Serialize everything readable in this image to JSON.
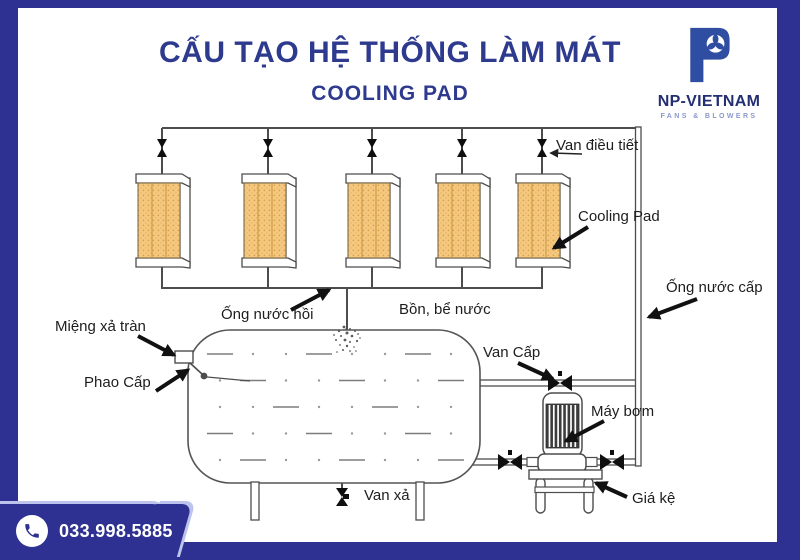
{
  "header": {
    "title": "CẤU TẠO HỆ THỐNG LÀM MÁT",
    "subtitle": "COOLING PAD",
    "logo_name": "NP-VIETNAM",
    "logo_tagline": "FANS & BLOWERS"
  },
  "diagram": {
    "pad_count": 5,
    "labels": {
      "van_dieu_tiet": "Van điều tiết",
      "cooling_pad": "Cooling Pad",
      "ong_nuoc_cap": "Ống nước cấp",
      "mieng_xa_tran": "Miệng xả tràn",
      "ong_nuoc_hoi": "Ống nước hồi",
      "bon_be_nuoc": "Bồn, bể nước",
      "phao_cap": "Phao Cấp",
      "van_cap": "Van Cấp",
      "may_bom": "Máy bơm",
      "van_xa": "Van xả",
      "gia_ke": "Giá kệ"
    }
  },
  "footer": {
    "phone": "033.998.5885"
  },
  "colors": {
    "navy": "#2e3192",
    "title_navy": "#2d3a8e",
    "pad_orange": "#f4c87e",
    "pad_dot": "#dca04b",
    "line": "#4d4d4d",
    "label": "#1d1d1d"
  }
}
